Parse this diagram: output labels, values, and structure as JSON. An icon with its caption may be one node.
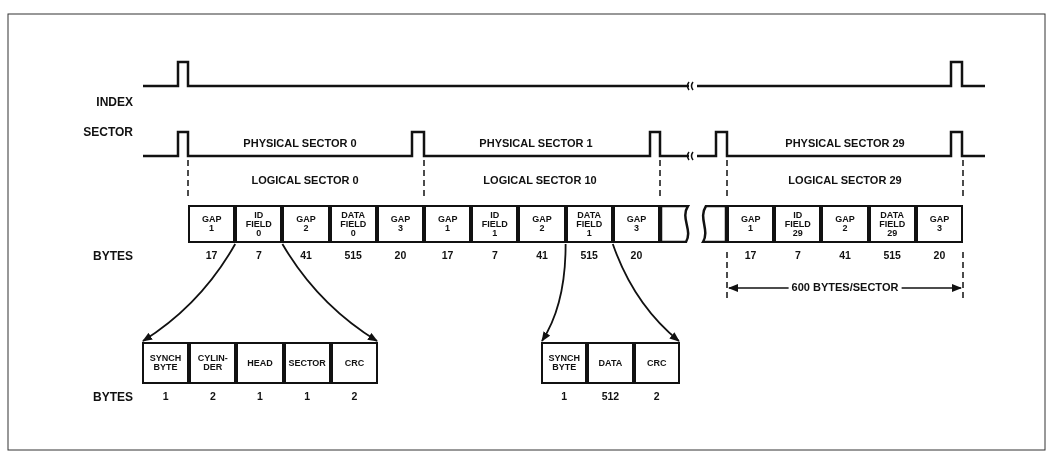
{
  "diagram": {
    "nodes": [
      {
        "text": [
          "GAP 1"
        ],
        "beside": [
          "17"
        ]
      },
      {
        "text": [
          "ID FIELD 0"
        ],
        "beside": [
          "7"
        ]
      },
      {
        "text": [
          "GAP 2"
        ],
        "beside": [
          "41"
        ]
      },
      {
        "text": [
          "DATA FIELD 0"
        ],
        "beside": [
          "515"
        ]
      },
      {
        "text": [
          "GAP 3"
        ],
        "beside": [
          "20"
        ]
      },
      {
        "text": [
          "GAP 1"
        ],
        "beside": [
          "17"
        ]
      },
      {
        "text": [
          "ID FIELD 1"
        ],
        "beside": [
          "7"
        ]
      },
      {
        "text": [
          "GAP 2"
        ],
        "beside": [
          "41"
        ]
      },
      {
        "text": [
          "DATA FIELD 1"
        ],
        "beside": [
          "515"
        ]
      },
      {
        "text": [
          "GAP 3"
        ],
        "beside": [
          "20"
        ]
      },
      {
        "text": [],
        "shape": "box"
      },
      {
        "text": [],
        "shape": "box"
      },
      {
        "text": [
          "GAP 1"
        ],
        "beside": [
          "17"
        ]
      },
      {
        "text": [
          "ID FIELD 29"
        ],
        "beside": [
          "7"
        ]
      },
      {
        "text": [
          "GAP 2"
        ],
        "beside": [
          "41"
        ]
      },
      {
        "text": [
          "DATA FIELD 29"
        ],
        "beside": [
          "515"
        ]
      },
      {
        "text": [
          "GAP 3"
        ],
        "beside": [
          "20"
        ]
      },
      {
        "text": [
          "SYNCH BYTE"
        ],
        "beside": [
          "1"
        ]
      },
      {
        "text": [
          "CYLIN- DER"
        ],
        "beside": [
          "2"
        ]
      },
      {
        "text": [
          "HEAD"
        ],
        "beside": [
          "1"
        ]
      },
      {
        "text": [
          "SECTOR"
        ],
        "beside": [
          "1"
        ]
      },
      {
        "text": [
          "CRC"
        ],
        "beside": [
          "2"
        ]
      },
      {
        "text": [
          "SYNCH BYTE"
        ],
        "beside": [
          "1"
        ]
      },
      {
        "text": [
          "DATA"
        ],
        "beside": [
          "512"
        ]
      },
      {
        "text": [
          "CRC"
        ],
        "beside": [
          "2"
        ]
      }
    ],
    "edges": [
      {
        "from": 1,
        "to": 17,
        "arrow": "to"
      },
      {
        "from": 1,
        "to": 21,
        "arrow": "to"
      },
      {
        "from": 8,
        "to": 22,
        "arrow": "to"
      },
      {
        "from": 8,
        "to": 24,
        "arrow": "to"
      }
    ],
    "labels": [
      "INDEX",
      "SECTOR",
      "PHYSICAL SECTOR 0",
      "PHYSICAL SECTOR 1",
      "PHYSICAL SECTOR 29",
      "LOGICAL SECTOR 0",
      "LOGICAL SECTOR 10",
      "LOGICAL SECTOR 29",
      "BYTES",
      "600 BYTES/SECTOR",
      "BYTES"
    ]
  }
}
